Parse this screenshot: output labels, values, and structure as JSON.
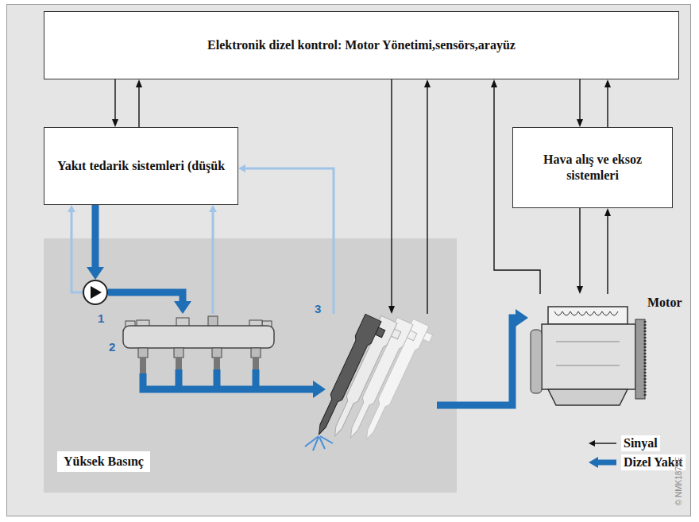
{
  "diagram": {
    "nodes": [
      {
        "text": [
          "Elektronik dizel kontrol: Motor Yönetimi,sensörs,arayüz"
        ]
      },
      {
        "text": [
          "Yakıt tedarik sistemleri (düşük"
        ]
      },
      {
        "text": [
          "Hava alış ve eksoz sistemleri"
        ]
      },
      {
        "text": [
          "Yüksek Basınç"
        ]
      },
      {
        "text": [
          "1"
        ],
        "in": 3
      },
      {
        "text": [
          "2"
        ],
        "in": 3
      },
      {
        "text": [
          "3"
        ],
        "in": 3
      },
      {
        "text": [
          "Motor"
        ]
      }
    ],
    "edges": [
      {
        "from": 0,
        "to": 1,
        "arrow": "to"
      },
      {
        "from": 1,
        "to": 0,
        "arrow": "to"
      },
      {
        "from": 0,
        "to": 6,
        "arrow": "to"
      },
      {
        "from": 6,
        "to": 0,
        "arrow": "to"
      },
      {
        "from": 7,
        "to": 0,
        "arrow": "to"
      },
      {
        "from": 0,
        "to": 2,
        "arrow": "to"
      },
      {
        "from": 2,
        "to": 0,
        "arrow": "to"
      },
      {
        "from": 2,
        "to": 7,
        "arrow": "to"
      },
      {
        "from": 7,
        "to": 2,
        "arrow": "to"
      },
      {
        "from": 1,
        "to": 4,
        "arrow": "to"
      },
      {
        "from": 4,
        "to": 5,
        "arrow": "to"
      },
      {
        "from": 5,
        "to": 6,
        "arrow": "to"
      },
      {
        "from": 6,
        "to": 7,
        "arrow": "to"
      },
      {
        "from": 4,
        "to": 1,
        "arrow": "to"
      },
      {
        "from": 5,
        "to": 1,
        "arrow": "to"
      },
      {
        "from": 6,
        "to": 1,
        "arrow": "to"
      }
    ],
    "labels": [
      "© NMK1871E"
    ],
    "legend": [
      {
        "text": "Sinyal"
      },
      {
        "text": "Dizel Yakıt"
      }
    ]
  }
}
